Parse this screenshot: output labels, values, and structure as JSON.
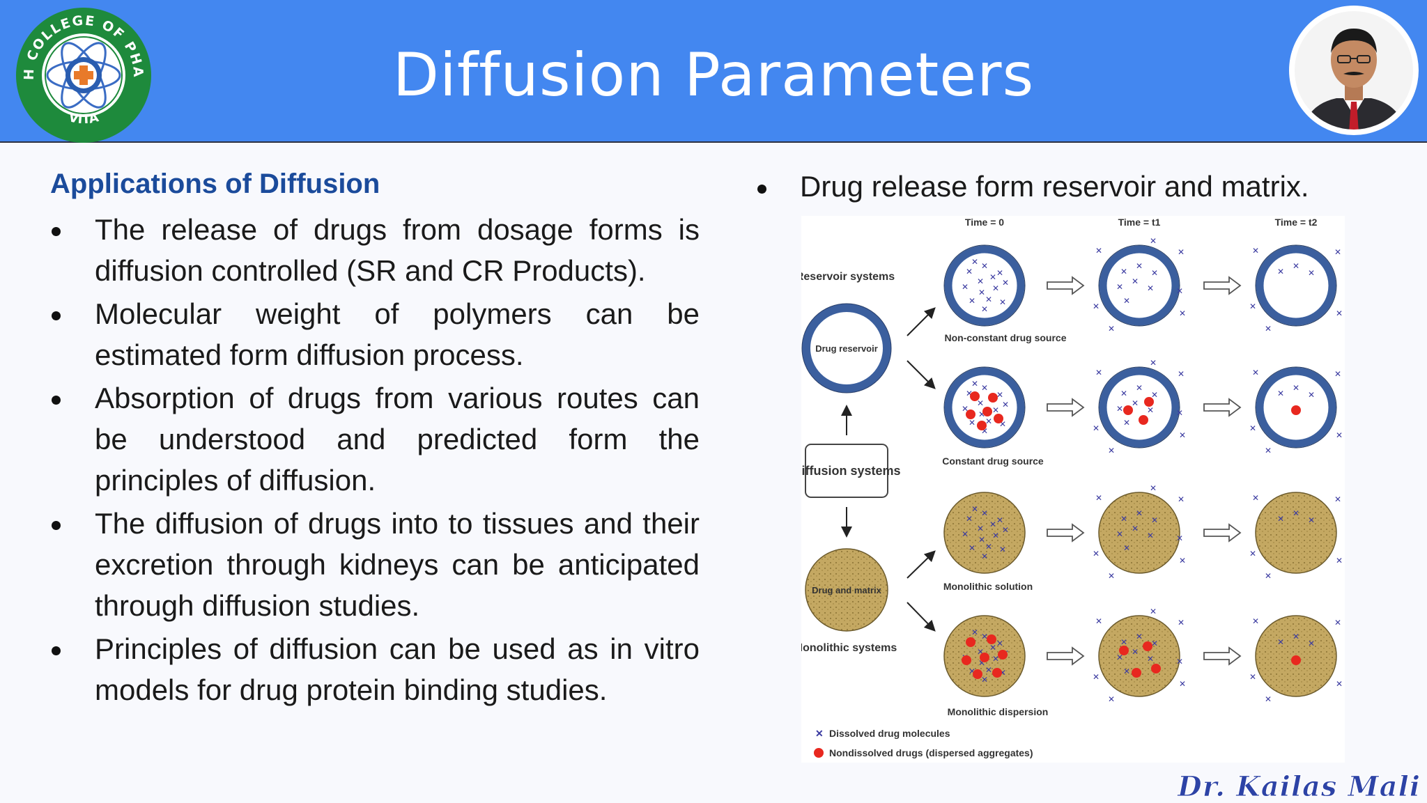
{
  "header": {
    "title": "Diffusion Parameters",
    "logo_text": "ADARSH COLLEGE OF PHARMACY",
    "logo_subtext": "VITA"
  },
  "left": {
    "heading": "Applications of Diffusion",
    "bullets": [
      "The release of drugs from dosage forms is diffusion controlled (SR and CR Products).",
      "Molecular weight of polymers can be estimated form diffusion process.",
      "Absorption of drugs from various routes can be understood and predicted form the principles of diffusion.",
      "The diffusion of drugs into to tissues and their excretion through kidneys can be anticipated through diffusion studies.",
      "Principles of diffusion can be used as in vitro models for drug protein binding studies."
    ]
  },
  "right": {
    "bullet": "Drug release form reservoir and matrix."
  },
  "diagram": {
    "time_labels": [
      "Time = 0",
      "Time = t1",
      "Time = t2"
    ],
    "reservoir_systems": "Reservoir systems",
    "drug_reservoir": "Drug reservoir",
    "diffusion_systems": "Diffusion systems",
    "drug_and_matrix": "Drug and matrix",
    "monolithic_systems": "Monolithic systems",
    "row_labels": [
      "Non-constant drug source",
      "Constant drug source",
      "Monolithic solution",
      "Monolithic dispersion"
    ],
    "legend": [
      "Dissolved drug molecules",
      "Nondissolved drugs (dispersed aggregates)"
    ]
  },
  "footer": {
    "signature": "Dr. Kailas Mali"
  },
  "colors": {
    "header_blue": "#4387f0",
    "heading_blue": "#1b4b9b",
    "reservoir_ring": "#3b5f9e",
    "matrix_fill": "#c4a862",
    "drug_red": "#e8281f",
    "molecule_blue": "#3a3aa0"
  }
}
